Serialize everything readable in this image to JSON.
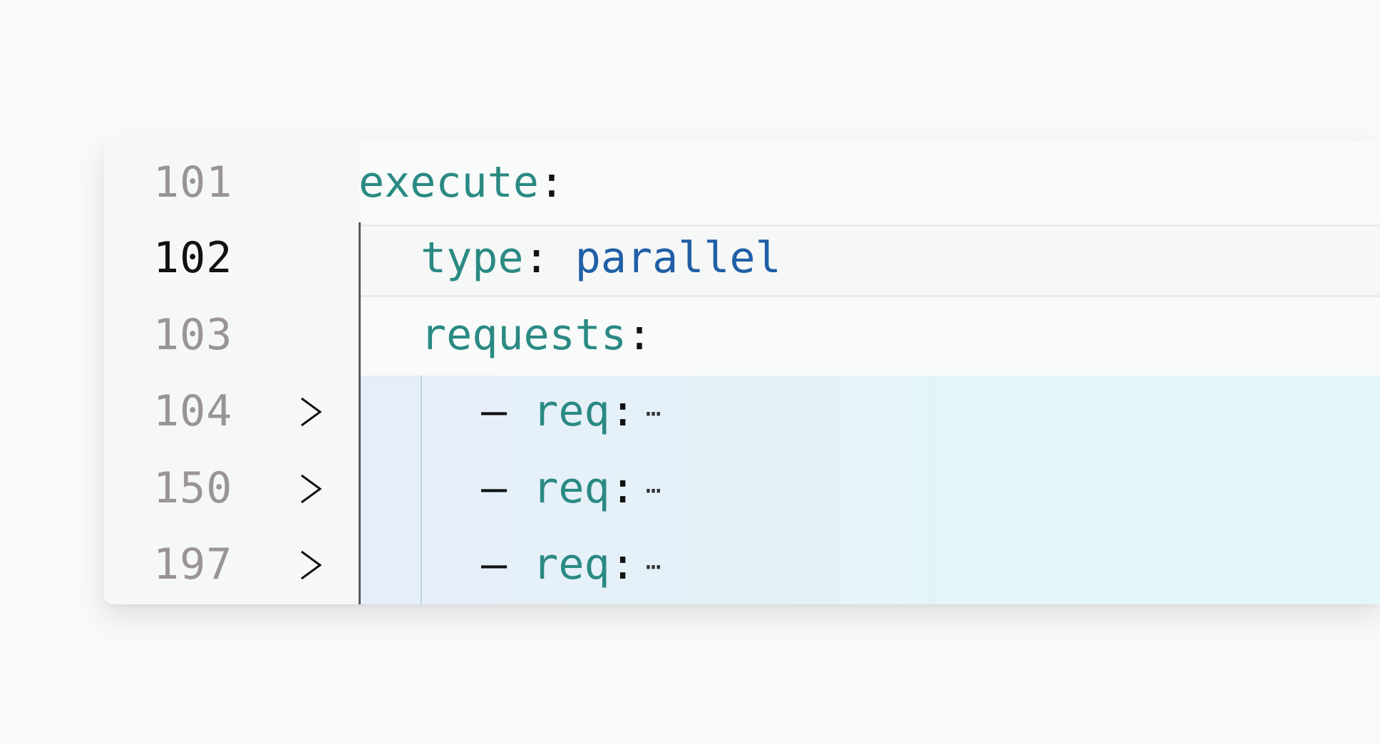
{
  "editor": {
    "language": "yaml",
    "active_line": 102,
    "colors": {
      "key": "#2a8a83",
      "value": "#1f5fa6",
      "punctuation": "#111111",
      "line_number": "#9a9494",
      "line_number_active": "#111111",
      "folded_background": "#e4f3f8"
    },
    "lines": [
      {
        "number": "101",
        "key": "execute",
        "colon": ":",
        "value": "",
        "indent": 0,
        "foldable": false,
        "dash": ""
      },
      {
        "number": "102",
        "key": "type",
        "colon": ":",
        "value": "parallel",
        "indent": 1,
        "foldable": false,
        "dash": ""
      },
      {
        "number": "103",
        "key": "requests",
        "colon": ":",
        "value": "",
        "indent": 1,
        "foldable": false,
        "dash": ""
      },
      {
        "number": "104",
        "key": "req",
        "colon": ":",
        "value": "",
        "indent": 2,
        "foldable": true,
        "folded": true,
        "dash": "–",
        "ellipsis": "⋯"
      },
      {
        "number": "150",
        "key": "req",
        "colon": ":",
        "value": "",
        "indent": 2,
        "foldable": true,
        "folded": true,
        "dash": "–",
        "ellipsis": "⋯"
      },
      {
        "number": "197",
        "key": "req",
        "colon": ":",
        "value": "",
        "indent": 2,
        "foldable": true,
        "folded": true,
        "dash": "–",
        "ellipsis": "⋯"
      }
    ]
  }
}
